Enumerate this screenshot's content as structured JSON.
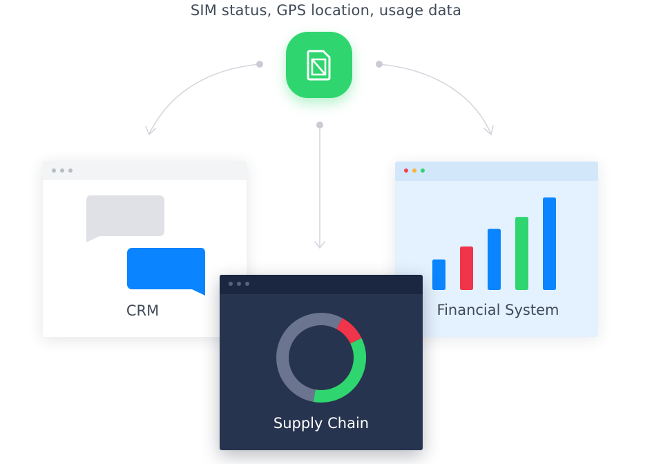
{
  "headline": "SIM status, GPS location, usage data",
  "hub": {
    "icon": "sim-card-icon",
    "color": "#2fd66f"
  },
  "windows": {
    "crm": {
      "label": "CRM",
      "dot_color": "#b8bcc3"
    },
    "financial": {
      "label": "Financial System",
      "dot_colors": [
        "#f04452",
        "#f5b53b",
        "#2fd66f"
      ],
      "bar_colors": [
        "#0a84ff",
        "#f0344a",
        "#0a84ff",
        "#2fd66f",
        "#0a84ff"
      ],
      "bar_levels": [
        0.33,
        0.47,
        0.66,
        0.79,
        1.0
      ]
    },
    "supply_chain": {
      "label": "Supply Chain",
      "ring_segments": [
        {
          "color": "#6c7590",
          "fraction": 0.55
        },
        {
          "color": "#f0344a",
          "fraction": 0.1
        },
        {
          "color": "#2fd66f",
          "fraction": 0.35
        }
      ]
    }
  }
}
